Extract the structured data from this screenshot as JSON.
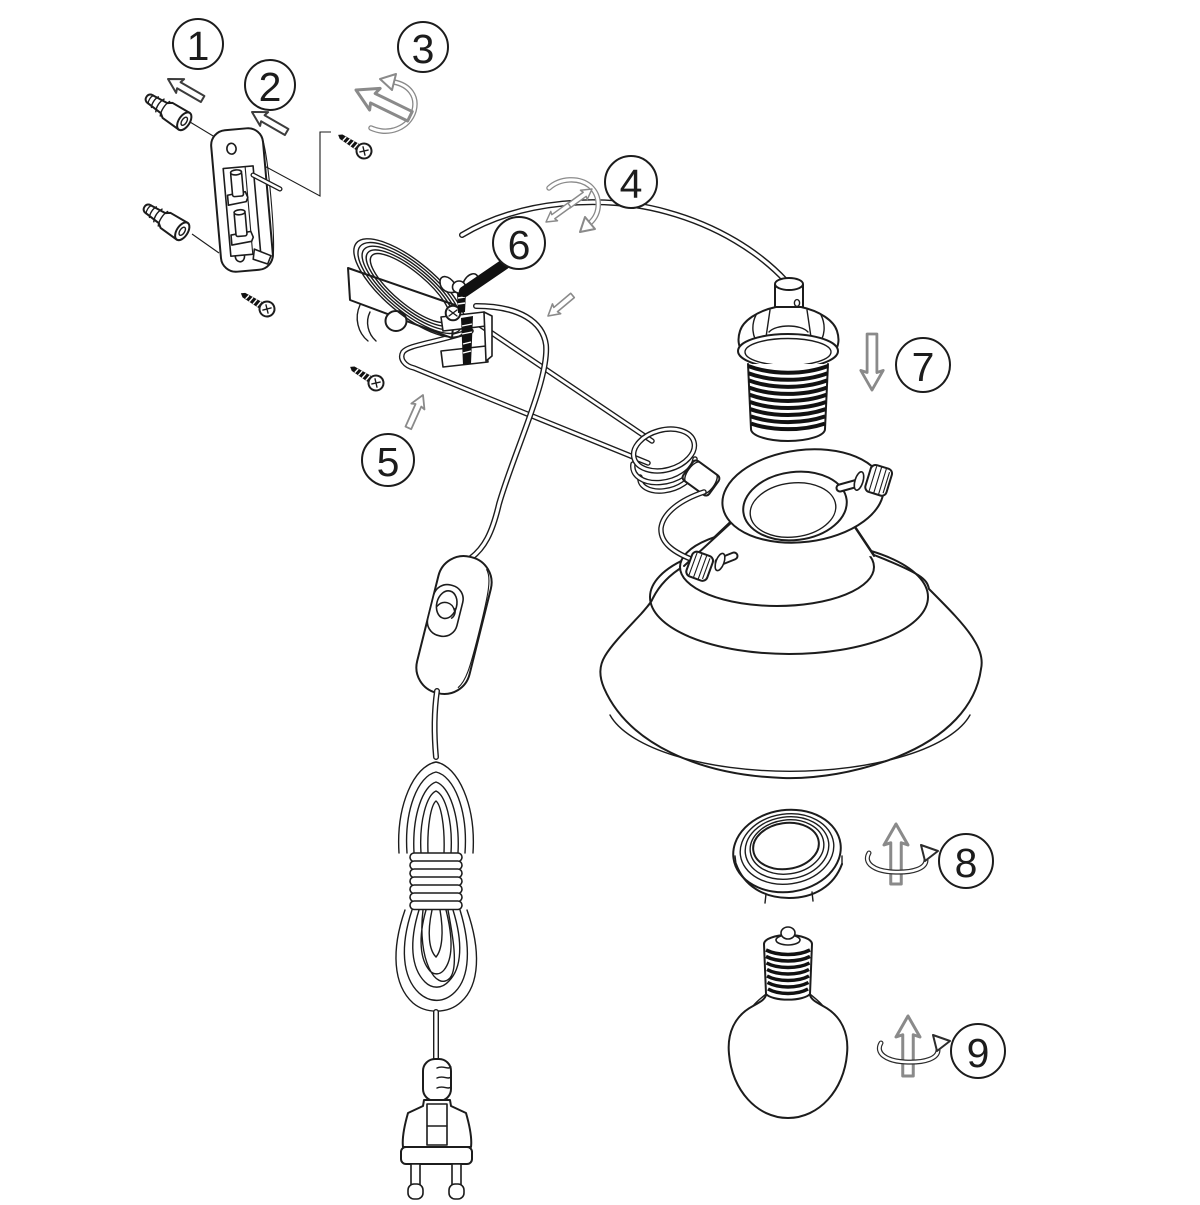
{
  "diagram": {
    "type": "assembly-instruction-line-drawing",
    "colors": {
      "line": "#1c1c1c",
      "fill": "#ffffff",
      "arrow_dark": "#3c3c3c",
      "arrow_gray": "#8a8a8a",
      "swirl": "#2c2c2c",
      "thread_fill": "#111111"
    },
    "callouts": [
      {
        "label": "1"
      },
      {
        "label": "2"
      },
      {
        "label": "3"
      },
      {
        "label": "4"
      },
      {
        "label": "5"
      },
      {
        "label": "6"
      },
      {
        "label": "7"
      },
      {
        "label": "8"
      },
      {
        "label": "9"
      }
    ],
    "icons": {
      "direction_arrow": "hollow-outline-arrow",
      "rotation_arrow": "elliptical-ribbon-arrow",
      "screw_in_arrow": "up-arrow-with-swirl",
      "press_down_arrow": "hollow-down-arrow"
    }
  }
}
